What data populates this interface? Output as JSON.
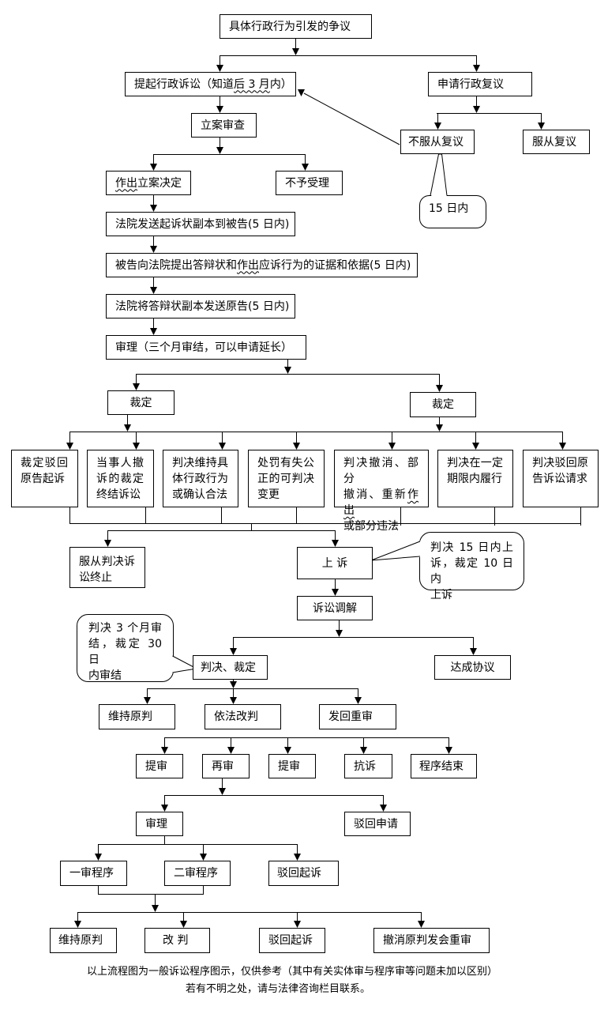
{
  "flowchart": {
    "start": "具体行政行为引发的争议",
    "file_lawsuit": {
      "before": "提起行政诉讼（知道",
      "underlined": "后 3 月",
      "after": "内）"
    },
    "apply_review": "申请行政复议",
    "case_review": "立案审查",
    "decide_to_file": {
      "underlined": "作出",
      "after": "立案决定"
    },
    "not_accepted": "不予受理",
    "disagree_review": "不服从复议",
    "accept_review": "服从复议",
    "note_15_days": "15 日内",
    "send_complaint": "法院发送起诉状副本到被告(5 日内)",
    "defendant_reply": {
      "before": "被告向法院提出答辩状和",
      "underlined": "作出",
      "after": "应诉行为的证据和依据(5 日内)"
    },
    "send_reply": "法院将答辩状副本发送原告(5 日内)",
    "trial": "审理（三个月审结，可以申请延长）",
    "ruling_left": "裁定",
    "ruling_right": "裁定",
    "outcomes": [
      {
        "lines": [
          "裁定驳回",
          "原告起诉"
        ]
      },
      {
        "lines": [
          "当事人撤",
          "诉的裁定",
          "终结诉讼"
        ]
      },
      {
        "lines": [
          "判决维持具",
          "体行政行为",
          "或确认合法"
        ]
      },
      {
        "lines": [
          "处罚有失公",
          "正的可判决",
          "变更"
        ]
      },
      {
        "lines": [
          "判决撤消、部分",
          "撤消、重新",
          "或部分违法"
        ],
        "line2_underlined": "作出"
      },
      {
        "lines": [
          "判决在一定",
          "期限内履行"
        ]
      },
      {
        "lines": [
          "判决驳回原",
          "告诉讼请求"
        ]
      }
    ],
    "accept_judgment": [
      "服从判决诉",
      "讼终止"
    ],
    "appeal": "上 诉",
    "note_appeal": [
      "判决 15 日内上",
      "诉，裁定 10 日内",
      "上诉"
    ],
    "mediation": "诉讼调解",
    "judgment_ruling": "判决、裁定",
    "agreement": "达成协议",
    "note_second_instance": [
      "判决 3 个月审",
      "结，裁定 30 日",
      "内审结"
    ],
    "second_outcomes": [
      "维持原判",
      "依法改判",
      "发回重审"
    ],
    "post_options": [
      "提审",
      "再审",
      "提审",
      "抗诉",
      "程序结束"
    ],
    "retrial_trial": "审理",
    "reject_application": "驳回申请",
    "procedures": [
      "一审程序",
      "二审程序",
      "驳回起诉"
    ],
    "final_outcomes": [
      "维持原判",
      "改 判",
      "驳回起诉",
      "撤消原判发会重审"
    ]
  },
  "footer": {
    "line1": "以上流程图为一般诉讼程序图示，仅供参考（其中有关实体审与程序审等问题未加以区别）",
    "line2": "若有不明之处，请与法律咨询栏目联系。"
  }
}
